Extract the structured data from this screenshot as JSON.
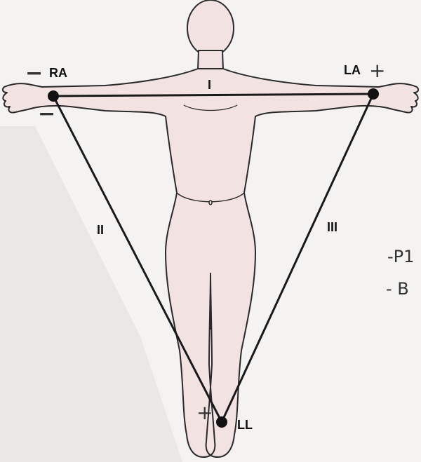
{
  "colors": {
    "paper": "#f4f3f1",
    "shadow": "#e7e6e4",
    "body_fill": "#f3e2e2",
    "body_stroke": "#2a2a2a",
    "triangle": "#1a1a1a",
    "handwriting": "#333333"
  },
  "diagram": {
    "electrodes": {
      "ra": "RA",
      "la": "LA",
      "ll": "LL"
    },
    "leads": {
      "lead_1": "I",
      "lead_2": "II",
      "lead_3": "III"
    },
    "polarity_marks": {
      "ra_minus_top": "−",
      "ra_minus_bottom": "−",
      "la_plus": "+",
      "ll_plus": "+"
    },
    "margin_notes": {
      "note_1": "-P1",
      "note_2": "- B"
    }
  }
}
